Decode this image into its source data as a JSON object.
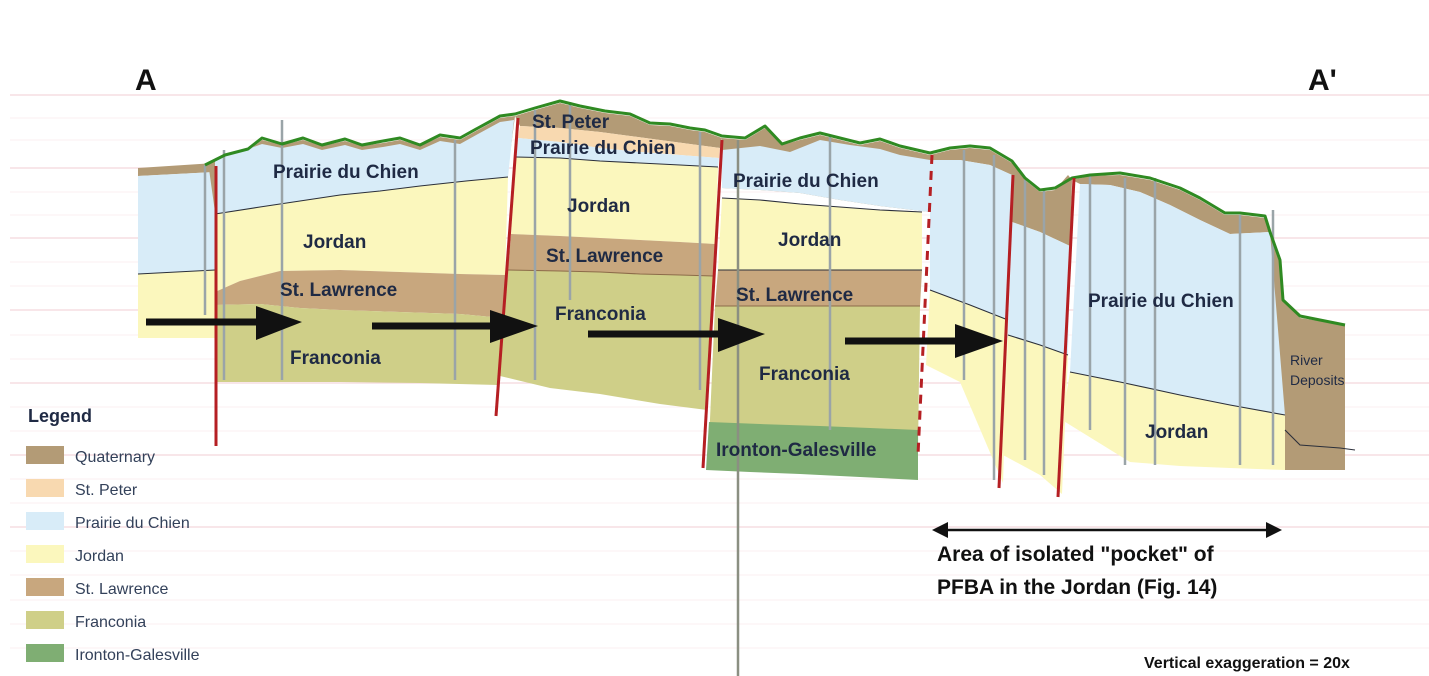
{
  "section": {
    "start_label": "A",
    "end_label": "A'",
    "vertical_exaggeration": "Vertical exaggeration = 20x"
  },
  "colors": {
    "quaternary": "#b39b76",
    "st_peter": "#f8d9b0",
    "prairie_du_chien": "#d8ecf8",
    "jordan": "#fbf7bd",
    "st_lawrence": "#c8a77e",
    "franconia": "#cfcf88",
    "ironton_galesville": "#7fae73",
    "ground_surface": "#2f8a22",
    "fault": "#b51f23"
  },
  "units": {
    "st_peter": "St. Peter",
    "prairie_du_chien": "Prairie du Chien",
    "jordan": "Jordan",
    "st_lawrence": "St. Lawrence",
    "franconia": "Franconia",
    "ironton_galesville": "Ironton-Galesville",
    "river_deposits": "River Deposits"
  },
  "legend": {
    "title": "Legend",
    "items": [
      {
        "label": "Quaternary",
        "color": "#b39b76"
      },
      {
        "label": "St. Peter",
        "color": "#f8d9b0"
      },
      {
        "label": "Prairie du Chien",
        "color": "#d8ecf8"
      },
      {
        "label": "Jordan",
        "color": "#fbf7bd"
      },
      {
        "label": "St. Lawrence",
        "color": "#c8a77e"
      },
      {
        "label": "Franconia",
        "color": "#cfcf88"
      },
      {
        "label": "Ironton-Galesville",
        "color": "#7fae73"
      }
    ]
  },
  "annotation": {
    "line1": "Area of isolated \"pocket\" of",
    "line2": "PFBA in the Jordan (Fig. 14)"
  }
}
